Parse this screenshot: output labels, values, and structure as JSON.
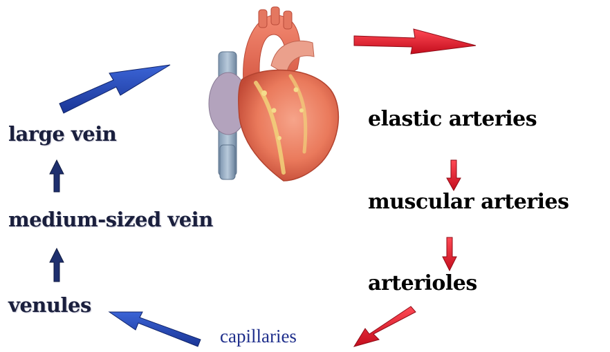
{
  "labels": {
    "large_vein": "large vein",
    "medium_vein": "medium-sized vein",
    "venules": "venules",
    "capillaries": "capillaries",
    "elastic_arteries": "elastic arteries",
    "muscular_arteries": "muscular arteries",
    "arterioles": "arterioles"
  },
  "colors": {
    "artery_arrow": "#e8192c",
    "vein_arrow": "#1f3fa8",
    "vein_text": "#1a1f3d",
    "capillary_text": "#1f2f8c",
    "artery_text": "#000000"
  },
  "icons": {
    "heart": "heart-illustration"
  }
}
